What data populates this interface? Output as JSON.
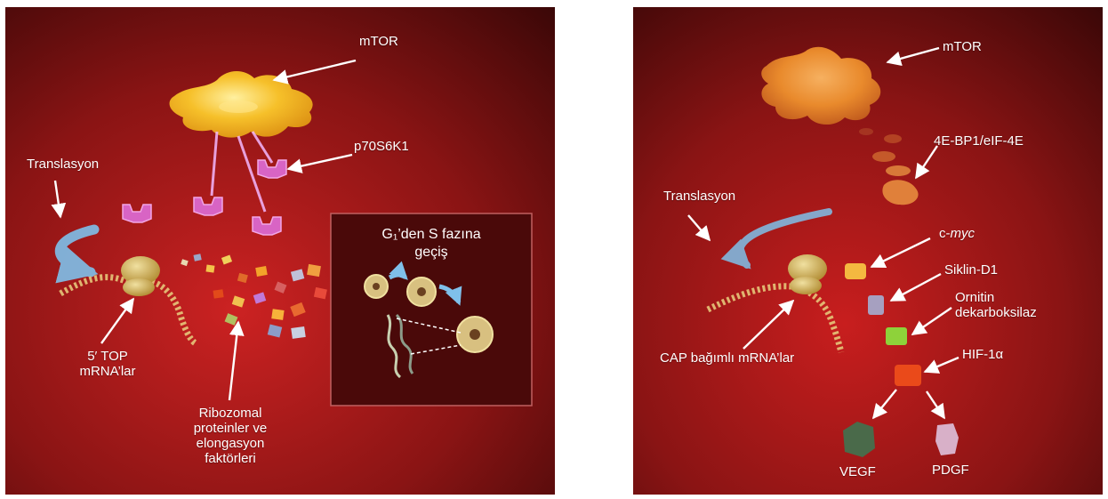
{
  "left_panel": {
    "mtor": "mTOR",
    "p70s6k1": "p70S6K1",
    "translasyon": "Translasyon",
    "top_mrna": [
      "5′ TOP",
      "mRNA’lar"
    ],
    "ribozomal": [
      "Ribozomal",
      "proteinler ve",
      "elongasyon",
      "faktörleri"
    ],
    "inset_title": [
      "G₁’den S fazına",
      "geçiş"
    ]
  },
  "right_panel": {
    "mtor": "mTOR",
    "bp1": "4E-BP1/eIF-4E",
    "translasyon": "Translasyon",
    "cmyc_prefix": "c-",
    "cmyc_italic": "myc",
    "siklin": "Siklin-D1",
    "ornitin": [
      "Ornitin",
      "dekarboksilaz"
    ],
    "hif": "HIF-1α",
    "cap_mrna": "CAP bağımlı mRNA’lar",
    "vegf": "VEGF",
    "pdgf": "PDGF"
  },
  "colors": {
    "background_dark": "#3a0707",
    "background_mid": "#8a1414",
    "background_bright": "#c41e1e",
    "mtor_left": "#f3b21e",
    "mtor_right": "#e98a2c",
    "p70s6k1": "#d864c4",
    "arrow_blue": "#8cc8ec"
  }
}
